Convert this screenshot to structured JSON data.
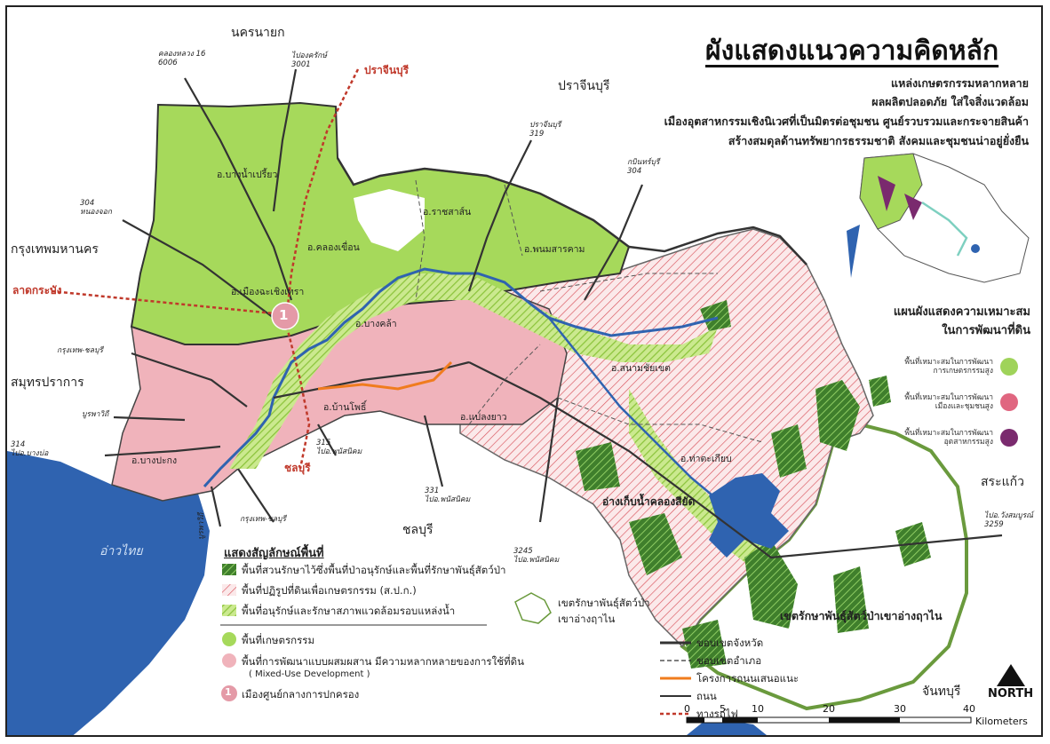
{
  "title": "ผังแสดงแนวความคิดหลัก",
  "subtitles": [
    "แหล่งเกษตรกรรมหลากหลาย",
    "ผลผลิตปลอดภัย ใส่ใจสิ่งแวดล้อม",
    "เมืองอุตสาหกรรมเชิงนิเวศที่เป็นมิตรต่อชุมชน ศูนย์รวบรวมและกระจายสินค้า",
    "สร้างสมดุลด้านทรัพยากรธรรมชาติ สังคมและชุมชนน่าอยู่ยั่งยืน"
  ],
  "provinces": {
    "nakhon_nayok": "นครนายก",
    "prachinburi_top": "ปราจีนบุรี",
    "bangkok": "กรุงเทพมหานคร",
    "samut_prakan": "สมุทรปราการ",
    "chonburi": "ชลบุรี",
    "sa_kaeo": "สระแก้ว",
    "chanthaburi": "จันทบุรี",
    "gulf": "อ่าวไทย"
  },
  "districts": {
    "bang_nam_priao": "อ.บางน้ำเปรี้ยว",
    "ratchasan": "อ.ราชสาส์น",
    "khlong_khuean": "อ.คลองเขื่อน",
    "phanom_sarakham": "อ.พนมสารคาม",
    "mueang": "อ.เมืองฉะเชิงเทรา",
    "bang_khla": "อ.บางคล้า",
    "sanam_chai_khet": "อ.สนามชัยเขต",
    "ban_pho": "อ.บ้านโพธิ์",
    "plaeng_yao": "อ.แปลงยาว",
    "tha_takiap": "อ.ท่าตะเกียบ",
    "bang_pakong": "อ.บางปะกง"
  },
  "reservoir": "อ่างเก็บน้ำคลองสียัด",
  "sanctuary_label": "เขตรักษาพันธุ์สัตว์ป่าเขาอ่างฤาไน",
  "rail_labels": {
    "prachinburi": "ปราจีนบุรี",
    "lat_krabang": "ลาดกระบัง",
    "chonburi": "ชลบุรี"
  },
  "road_labels": {
    "r6006": [
      "คลองหลวง 16",
      "6006"
    ],
    "r3001": [
      "ไปองครักษ์",
      "3001"
    ],
    "r319": [
      "ปราจีนบุรี",
      "319"
    ],
    "r304a": [
      "กบินทร์บุรี",
      "304"
    ],
    "r304b": [
      "304",
      "หนองจอก"
    ],
    "bkk_chon_a": [
      "กรุงเทพ-ชลบุรี"
    ],
    "burapha_a": [
      "บูรพาวิถี"
    ],
    "r314": [
      "314",
      "ไปอ.บางบ่อ"
    ],
    "burapha_b": [
      "บูรพาวิถี"
    ],
    "bkk_chon_b": [
      "กรุงเทพ-ชลบุรี"
    ],
    "r315": [
      "315",
      "ไปอ.พนัสนิคม"
    ],
    "r331": [
      "331",
      "ไปอ.พนัสนิคม"
    ],
    "r3245": [
      "3245",
      "ไปอ.พนัสนิคม"
    ],
    "r3259": [
      "ไปอ.วังสมบูรณ์",
      "3259"
    ]
  },
  "center_marker": "1",
  "suitability": {
    "heading": [
      "แผนผังแสดงความเหมาะสม",
      "ในการพัฒนาที่ดิน"
    ],
    "items": [
      {
        "label": [
          "พื้นที่เหมาะสมในการพัฒนา",
          "การเกษตรกรรมสูง"
        ],
        "color": "#9fd35a"
      },
      {
        "label": [
          "พื้นที่เหมาะสมในการพัฒนา",
          "เมืองและชุมชนสูง"
        ],
        "color": "#e06680"
      },
      {
        "label": [
          "พื้นที่เหมาะสมในการพัฒนา",
          "อุตสาหกรรมสูง"
        ],
        "color": "#7a2a6e"
      }
    ]
  },
  "legend": {
    "heading": "แสดงสัญลักษณ์พื้นที่",
    "items": [
      "พื้นที่สวนรักษาไว้ซึ่งพื้นที่ป่าอนุรักษ์และพื้นที่รักษาพันธุ์สัตว์ป่า",
      "พื้นที่ปฏิรูปที่ดินเพื่อเกษตรกรรม (ส.ป.ก.)",
      "พื้นที่อนุรักษ์และรักษาสภาพแวดล้อมรอบแหล่งน้ำ",
      "พื้นที่เกษตรกรรม",
      "พื้นที่การพัฒนาแบบผสมผสาน มีความหลากหลายของการใช้ที่ดิน",
      "( Mixed-Use Development )",
      "เมืองศูนย์กลางการปกครอง"
    ],
    "sanctuary": [
      "เขตรักษาพันธุ์สัตว์ป่า",
      "เขาอ่างฤาไน"
    ],
    "lines": [
      "ขอบเขตจังหวัด",
      "ขอบเขตอำเภอ",
      "โครงการถนนเสนอแนะ",
      "ถนน",
      "ทางรถไฟ"
    ]
  },
  "colors": {
    "agri": "#a6d95b",
    "mixed": "#f0b3bb",
    "forest": "#5a9a3a",
    "water": "#2f63b0",
    "rail": "#c0392b",
    "road_prop": "#f07c1e"
  },
  "scale": {
    "ticks": [
      "0",
      "5",
      "10",
      "20",
      "30",
      "40"
    ],
    "unit": "Kilometers"
  },
  "north": "NORTH"
}
